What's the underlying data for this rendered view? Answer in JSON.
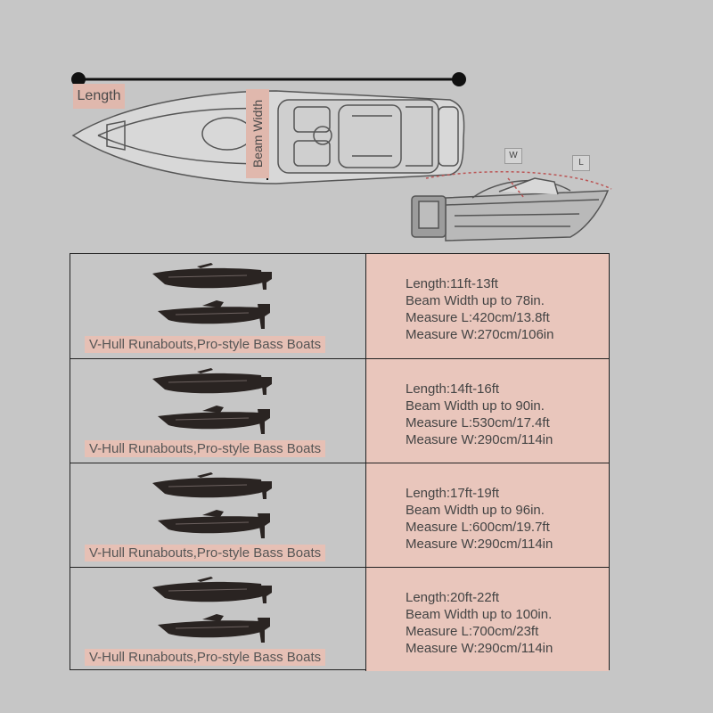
{
  "diagram": {
    "length_label": "Length",
    "beam_label": "Beam Width",
    "w_tag": "W",
    "l_tag": "L"
  },
  "rows": [
    {
      "boat_type": "V-Hull Runabouts,Pro-style Bass Boats",
      "length": "Length:11ft-13ft",
      "beam": "Beam Width up to 78in.",
      "measure_l": "Measure L:420cm/13.8ft",
      "measure_w": "Measure W:270cm/106in"
    },
    {
      "boat_type": "V-Hull Runabouts,Pro-style Bass Boats",
      "length": "Length:14ft-16ft",
      "beam": "Beam Width up to 90in.",
      "measure_l": "Measure L:530cm/17.4ft",
      "measure_w": "Measure W:290cm/114in"
    },
    {
      "boat_type": "V-Hull Runabouts,Pro-style Bass Boats",
      "length": "Length:17ft-19ft",
      "beam": "Beam Width up to 96in.",
      "measure_l": "Measure L:600cm/19.7ft",
      "measure_w": "Measure W:290cm/114in"
    },
    {
      "boat_type": "V-Hull Runabouts,Pro-style Bass Boats",
      "length": "Length:20ft-22ft",
      "beam": "Beam Width up to 100in.",
      "measure_l": "Measure L:700cm/23ft",
      "measure_w": "Measure W:290cm/114in"
    }
  ],
  "colors": {
    "background": "#c6c6c6",
    "highlight": "#e9c6bc",
    "label_bg": "#e0b8ad",
    "boat": "#2a2422"
  }
}
